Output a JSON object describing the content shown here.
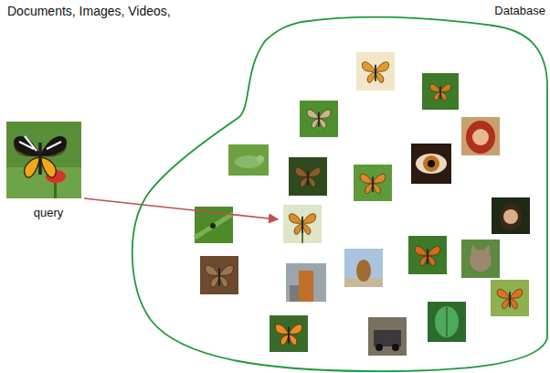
{
  "diagram": {
    "nodes": [
      {
        "text": [
          "query"
        ]
      },
      {
        "text": [
          "Database"
        ]
      }
    ],
    "labels": [
      "Documents, Images, Videos,"
    ]
  }
}
